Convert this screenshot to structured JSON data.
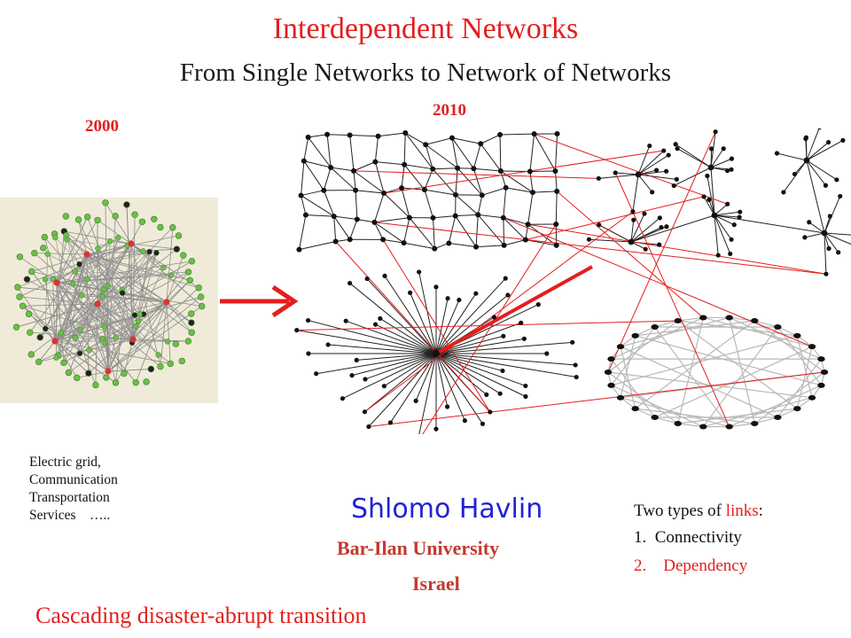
{
  "header": {
    "title": "Interdependent Networks",
    "subtitle": "From Single Networks to Network of Networks"
  },
  "years": {
    "left": "2000",
    "right": "2010"
  },
  "systems": [
    "Electric grid,",
    "Communication",
    "Transportation",
    "Services    ….."
  ],
  "presenter": {
    "name": "Shlomo Havlin",
    "affiliation": "Bar-Ilan University",
    "country": "Israel"
  },
  "links_legend": {
    "heading_prefix": "Two types of ",
    "heading_highlight": "links",
    "heading_suffix": ":",
    "items": [
      "1.  Connectivity",
      "2.    Dependency"
    ]
  },
  "footer": "Cascading disaster-abrupt transition",
  "colors": {
    "accent": "#e41e1e",
    "presenter": "#2222d8",
    "affiliation": "#c23a2e",
    "green_node": "#6bbf47",
    "panel_bg": "#efebd8",
    "network_gray": "#b8b8b8"
  }
}
